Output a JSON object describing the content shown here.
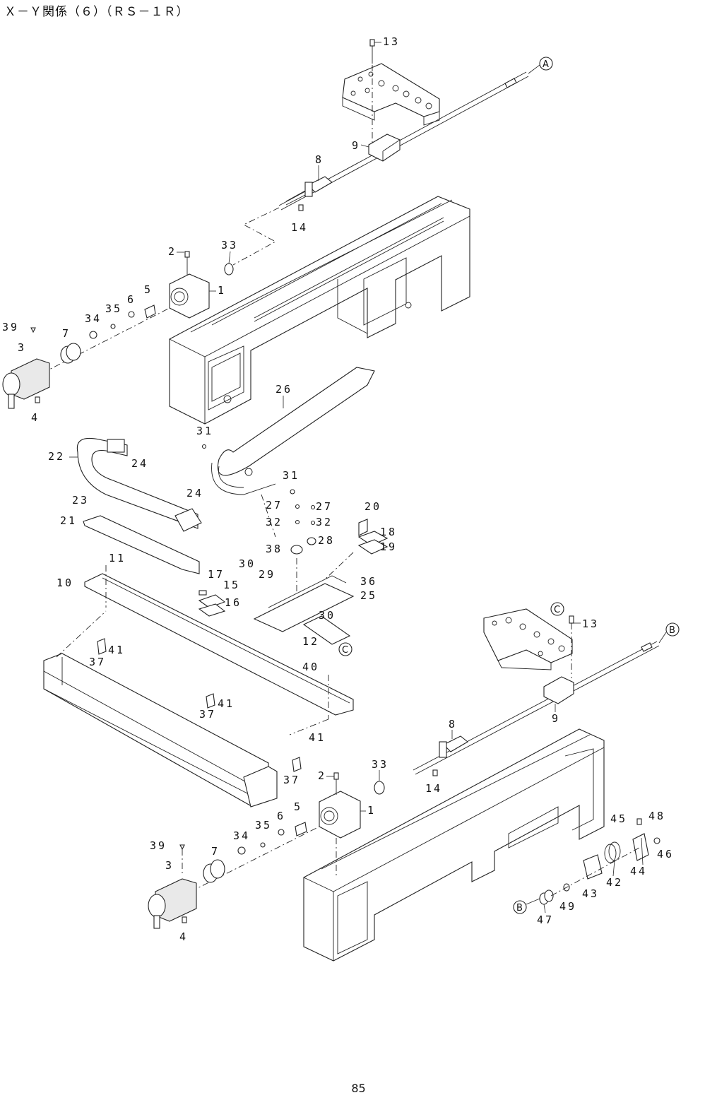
{
  "title": "Ｘ－Ｙ関係（６）（ＲＳ－１Ｒ）",
  "page_number": "85",
  "references": {
    "A": "A",
    "B": "B",
    "C": "C"
  },
  "callouts": {
    "c13a": "13",
    "c9a": "9",
    "c8a": "8",
    "c14a": "14",
    "c33a": "33",
    "c2a": "2",
    "c1a": "1",
    "c5a": "5",
    "c6a": "6",
    "c35a": "35",
    "c34a": "34",
    "c39a": "39",
    "c7a": "7",
    "c3a": "3",
    "c4a": "4",
    "c26": "26",
    "c31a": "31",
    "c31b": "31",
    "c22": "22",
    "c24a": "24",
    "c24b": "24",
    "c23": "23",
    "c21": "21",
    "c27a": "27",
    "c27b": "27",
    "c20": "20",
    "c32a": "32",
    "c32b": "32",
    "c18": "18",
    "c38": "38",
    "c28": "28",
    "c19": "19",
    "c11": "11",
    "c10": "10",
    "c17": "17",
    "c15": "15",
    "c30a": "30",
    "c29": "29",
    "c16": "16",
    "c36": "36",
    "c25": "25",
    "c30b": "30",
    "c12": "12",
    "c37a": "37",
    "c41a": "41",
    "c40": "40",
    "c41b": "41",
    "c37b": "37",
    "c41c": "41",
    "c37c": "37",
    "c13b": "13",
    "c9b": "9",
    "c8b": "8",
    "c33b": "33",
    "c14b": "14",
    "c2b": "2",
    "c1b": "1",
    "c5b": "5",
    "c6b": "6",
    "c35b": "35",
    "c34b": "34",
    "c39b": "39",
    "c7b": "7",
    "c3b": "3",
    "c4b": "4",
    "c45": "45",
    "c48": "48",
    "c46": "46",
    "c44": "44",
    "c42": "42",
    "c43": "43",
    "c49": "49",
    "c47": "47"
  }
}
